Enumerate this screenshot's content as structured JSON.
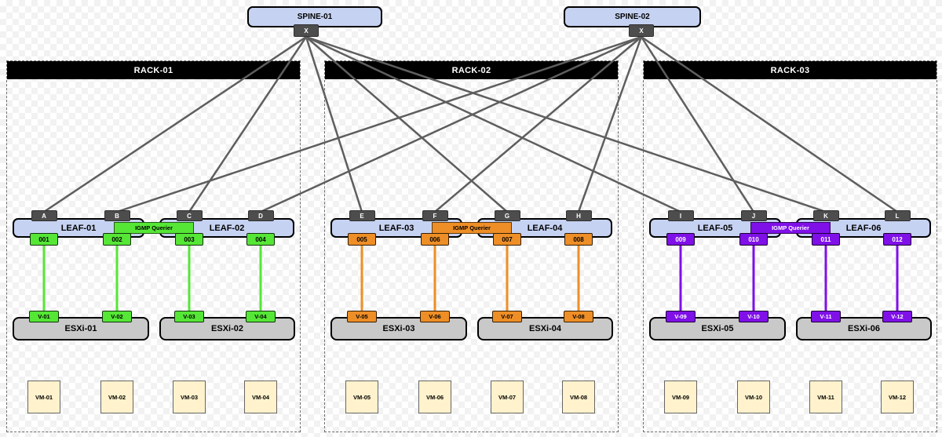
{
  "colors": {
    "node_fill": "#C6D2F2",
    "esxi_fill": "#C9C9C9",
    "vm_fill": "#FFF2CC",
    "port_dark": "#4D4D4D",
    "link_line": "#5e5e5e",
    "rack_header_bg": "#000000",
    "green": "#55E636",
    "orange": "#EE8E26",
    "purple": "#7F10E8"
  },
  "spines": [
    {
      "label": "SPINE-01",
      "port": "X"
    },
    {
      "label": "SPINE-02",
      "port": "X"
    }
  ],
  "connections": {
    "spine1_ports": [
      "A",
      "C",
      "E",
      "G",
      "I",
      "K"
    ],
    "spine2_ports": [
      "B",
      "D",
      "F",
      "H",
      "J",
      "L"
    ]
  },
  "racks": [
    {
      "header": "RACK-01",
      "color_key": "green",
      "text_on_color": "#000000",
      "igmp_label": "IGMP Querier",
      "leaves": [
        {
          "label": "LEAF-01",
          "uplink_ports": [
            "A",
            "B"
          ],
          "access_ports": [
            "001",
            "002"
          ]
        },
        {
          "label": "LEAF-02",
          "uplink_ports": [
            "C",
            "D"
          ],
          "access_ports": [
            "003",
            "004"
          ]
        }
      ],
      "hosts": [
        {
          "label": "ESXi-01",
          "vports": [
            "V-01",
            "V-02"
          ]
        },
        {
          "label": "ESXi-02",
          "vports": [
            "V-03",
            "V-04"
          ]
        }
      ],
      "vms": [
        "VM-01",
        "VM-02",
        "VM-03",
        "VM-04"
      ]
    },
    {
      "header": "RACK-02",
      "color_key": "orange",
      "text_on_color": "#000000",
      "igmp_label": "IGMP Querier",
      "leaves": [
        {
          "label": "LEAF-03",
          "uplink_ports": [
            "E",
            "F"
          ],
          "access_ports": [
            "005",
            "006"
          ]
        },
        {
          "label": "LEAF-04",
          "uplink_ports": [
            "G",
            "H"
          ],
          "access_ports": [
            "007",
            "008"
          ]
        }
      ],
      "hosts": [
        {
          "label": "ESXi-03",
          "vports": [
            "V-05",
            "V-06"
          ]
        },
        {
          "label": "ESXi-04",
          "vports": [
            "V-07",
            "V-08"
          ]
        }
      ],
      "vms": [
        "VM-05",
        "VM-06",
        "VM-07",
        "VM-08"
      ]
    },
    {
      "header": "RACK-03",
      "color_key": "purple",
      "text_on_color": "#ffffff",
      "igmp_label": "IGMP Querier",
      "leaves": [
        {
          "label": "LEAF-05",
          "uplink_ports": [
            "I",
            "J"
          ],
          "access_ports": [
            "009",
            "010"
          ]
        },
        {
          "label": "LEAF-06",
          "uplink_ports": [
            "K",
            "L"
          ],
          "access_ports": [
            "011",
            "012"
          ]
        }
      ],
      "hosts": [
        {
          "label": "ESXi-05",
          "vports": [
            "V-09",
            "V-10"
          ]
        },
        {
          "label": "ESXi-06",
          "vports": [
            "V-11",
            "V-12"
          ]
        }
      ],
      "vms": [
        "VM-09",
        "VM-10",
        "VM-11",
        "VM-12"
      ]
    }
  ]
}
